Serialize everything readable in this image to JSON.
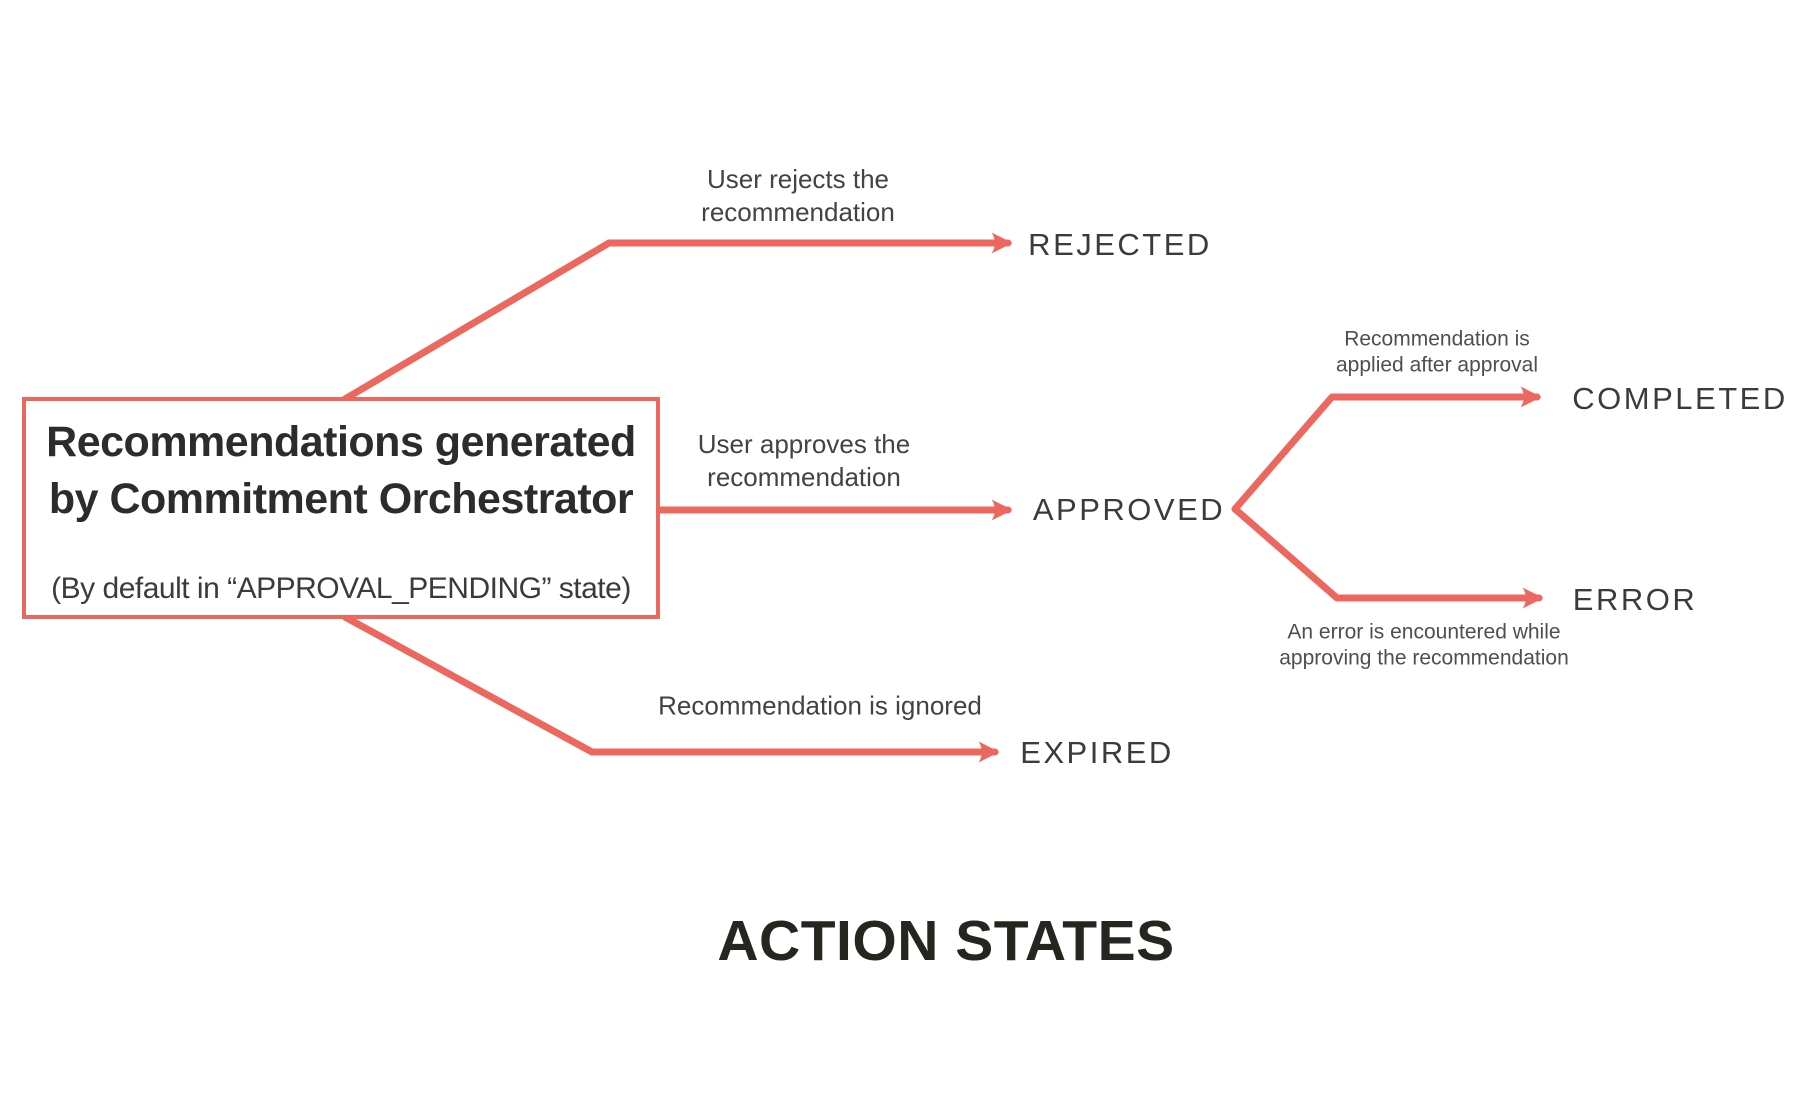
{
  "title": "ACTION STATES",
  "colors": {
    "arrow": "#ec685e",
    "ink": "#2d2c2a",
    "state": "#3b3b3b",
    "label": "#434343",
    "smalllabel": "#4f4f4f",
    "title": "#262520"
  },
  "source_box": {
    "heading_line1": "Recommendations generated",
    "heading_line2": "by Commitment Orchestrator",
    "subtitle": "(By default in “APPROVAL_PENDING” state)"
  },
  "states": {
    "rejected": "REJECTED",
    "approved": "APPROVED",
    "expired": "EXPIRED",
    "completed": "COMPLETED",
    "error": "ERROR"
  },
  "transitions": {
    "reject": {
      "line1": "User rejects the",
      "line2": "recommendation"
    },
    "approve": {
      "line1": "User approves the",
      "line2": "recommendation"
    },
    "expire": {
      "line1": "Recommendation is ignored"
    },
    "complete": {
      "line1": "Recommendation is",
      "line2": "applied after approval"
    },
    "error": {
      "line1": "An error is encountered while",
      "line2": "approving the recommendation"
    }
  }
}
